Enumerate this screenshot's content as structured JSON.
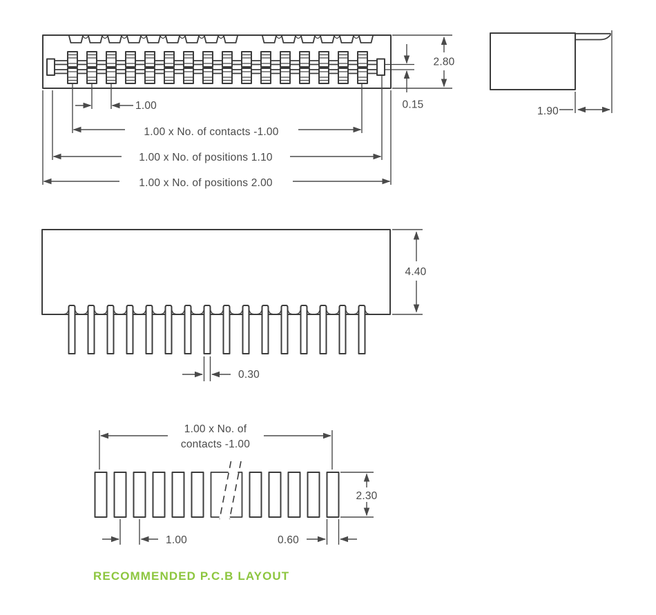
{
  "colors": {
    "line": "#3c3c3c",
    "dim": "#4a4a4a",
    "accent_green": "#8dc63f",
    "background": "#ffffff"
  },
  "drawing": {
    "top_view": {
      "contacts_shown": 16,
      "dims": {
        "body_height": "2.80",
        "slot_gap": "0.15",
        "pitch": "1.00",
        "contacts_span": "1.00 x No. of contacts -1.00",
        "positions_span_inner": "1.00 x No. of positions 1.10",
        "positions_span_outer": "1.00 x No. of positions 2.00"
      }
    },
    "side_view": {
      "dims": {
        "tail_length": "1.90"
      }
    },
    "front_view": {
      "pins_shown": 16,
      "dims": {
        "body_height": "4.40",
        "pin_width": "0.30"
      }
    },
    "pcb_layout": {
      "pads_shown": 13,
      "title": "RECOMMENDED P.C.B LAYOUT",
      "dims": {
        "span_line1": "1.00 x No. of",
        "span_line2": "contacts -1.00",
        "pad_height": "2.30",
        "pitch": "1.00",
        "pad_width": "0.60"
      }
    }
  }
}
